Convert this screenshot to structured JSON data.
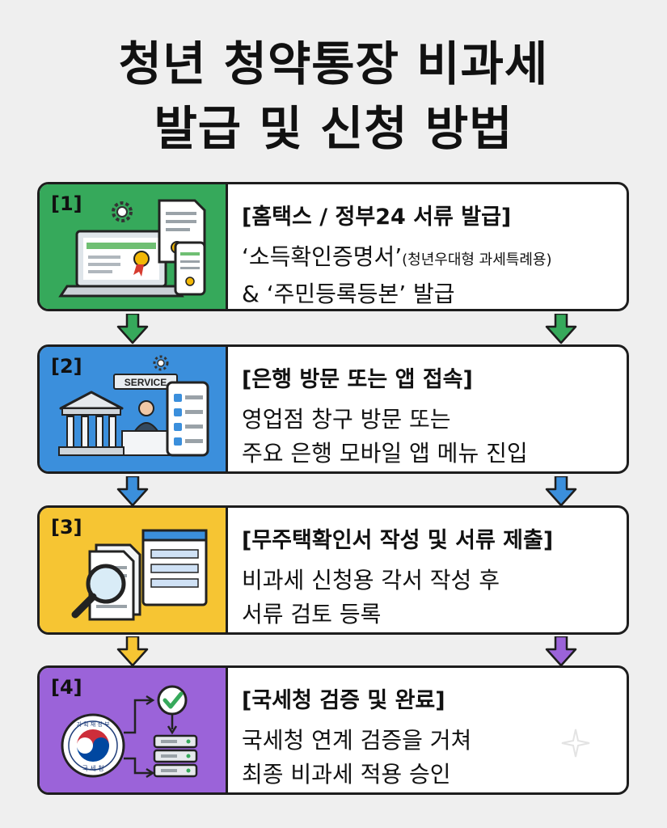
{
  "title": {
    "line1": "청년 청약통장 비과세",
    "line2": "발급 및 신청 방법"
  },
  "colors": {
    "step1": "#36a95b",
    "step2": "#3b8fdc",
    "step3": "#f6c533",
    "step4": "#9b63d9",
    "border": "#1d1d1d",
    "background": "#efefef"
  },
  "steps": [
    {
      "number": "[1]",
      "heading": "[홈택스 / 정부24 서류 발급]",
      "line1_main": "‘소득확인증명서’",
      "line1_small": "(청년우대형 과세특례용)",
      "line2": "& ‘주민등록등본’ 발급",
      "icons": [
        "gear-icon",
        "laptop-icon",
        "document-icon",
        "phone-icon",
        "certificate-badge-icon"
      ]
    },
    {
      "number": "[2]",
      "heading": "[은행 방문 또는 앱 접속]",
      "line1": "영업점 창구 방문 또는",
      "line2": "주요 은행 모바일 앱 메뉴 진입",
      "service_sign": "SERVICE",
      "icons": [
        "gear-icon",
        "bank-icon",
        "service-desk-icon",
        "mobile-app-icon"
      ]
    },
    {
      "number": "[3]",
      "heading": "[무주택확인서 작성 및 서류 제출]",
      "line1": "비과세 신청용 각서 작성 후",
      "line2": "서류 검토 등록",
      "icons": [
        "documents-icon",
        "magnifier-icon",
        "form-window-icon"
      ]
    },
    {
      "number": "[4]",
      "heading": "[국세청 검증 및 완료]",
      "line1": "국세청 연계 검증을 거쳐",
      "line2": "최종 비과세 적용 승인",
      "seal_top": "기 획 재 정 부",
      "seal_bottom": "국 세 청",
      "icons": [
        "nts-seal-icon",
        "checkmark-icon",
        "server-icon"
      ]
    }
  ]
}
